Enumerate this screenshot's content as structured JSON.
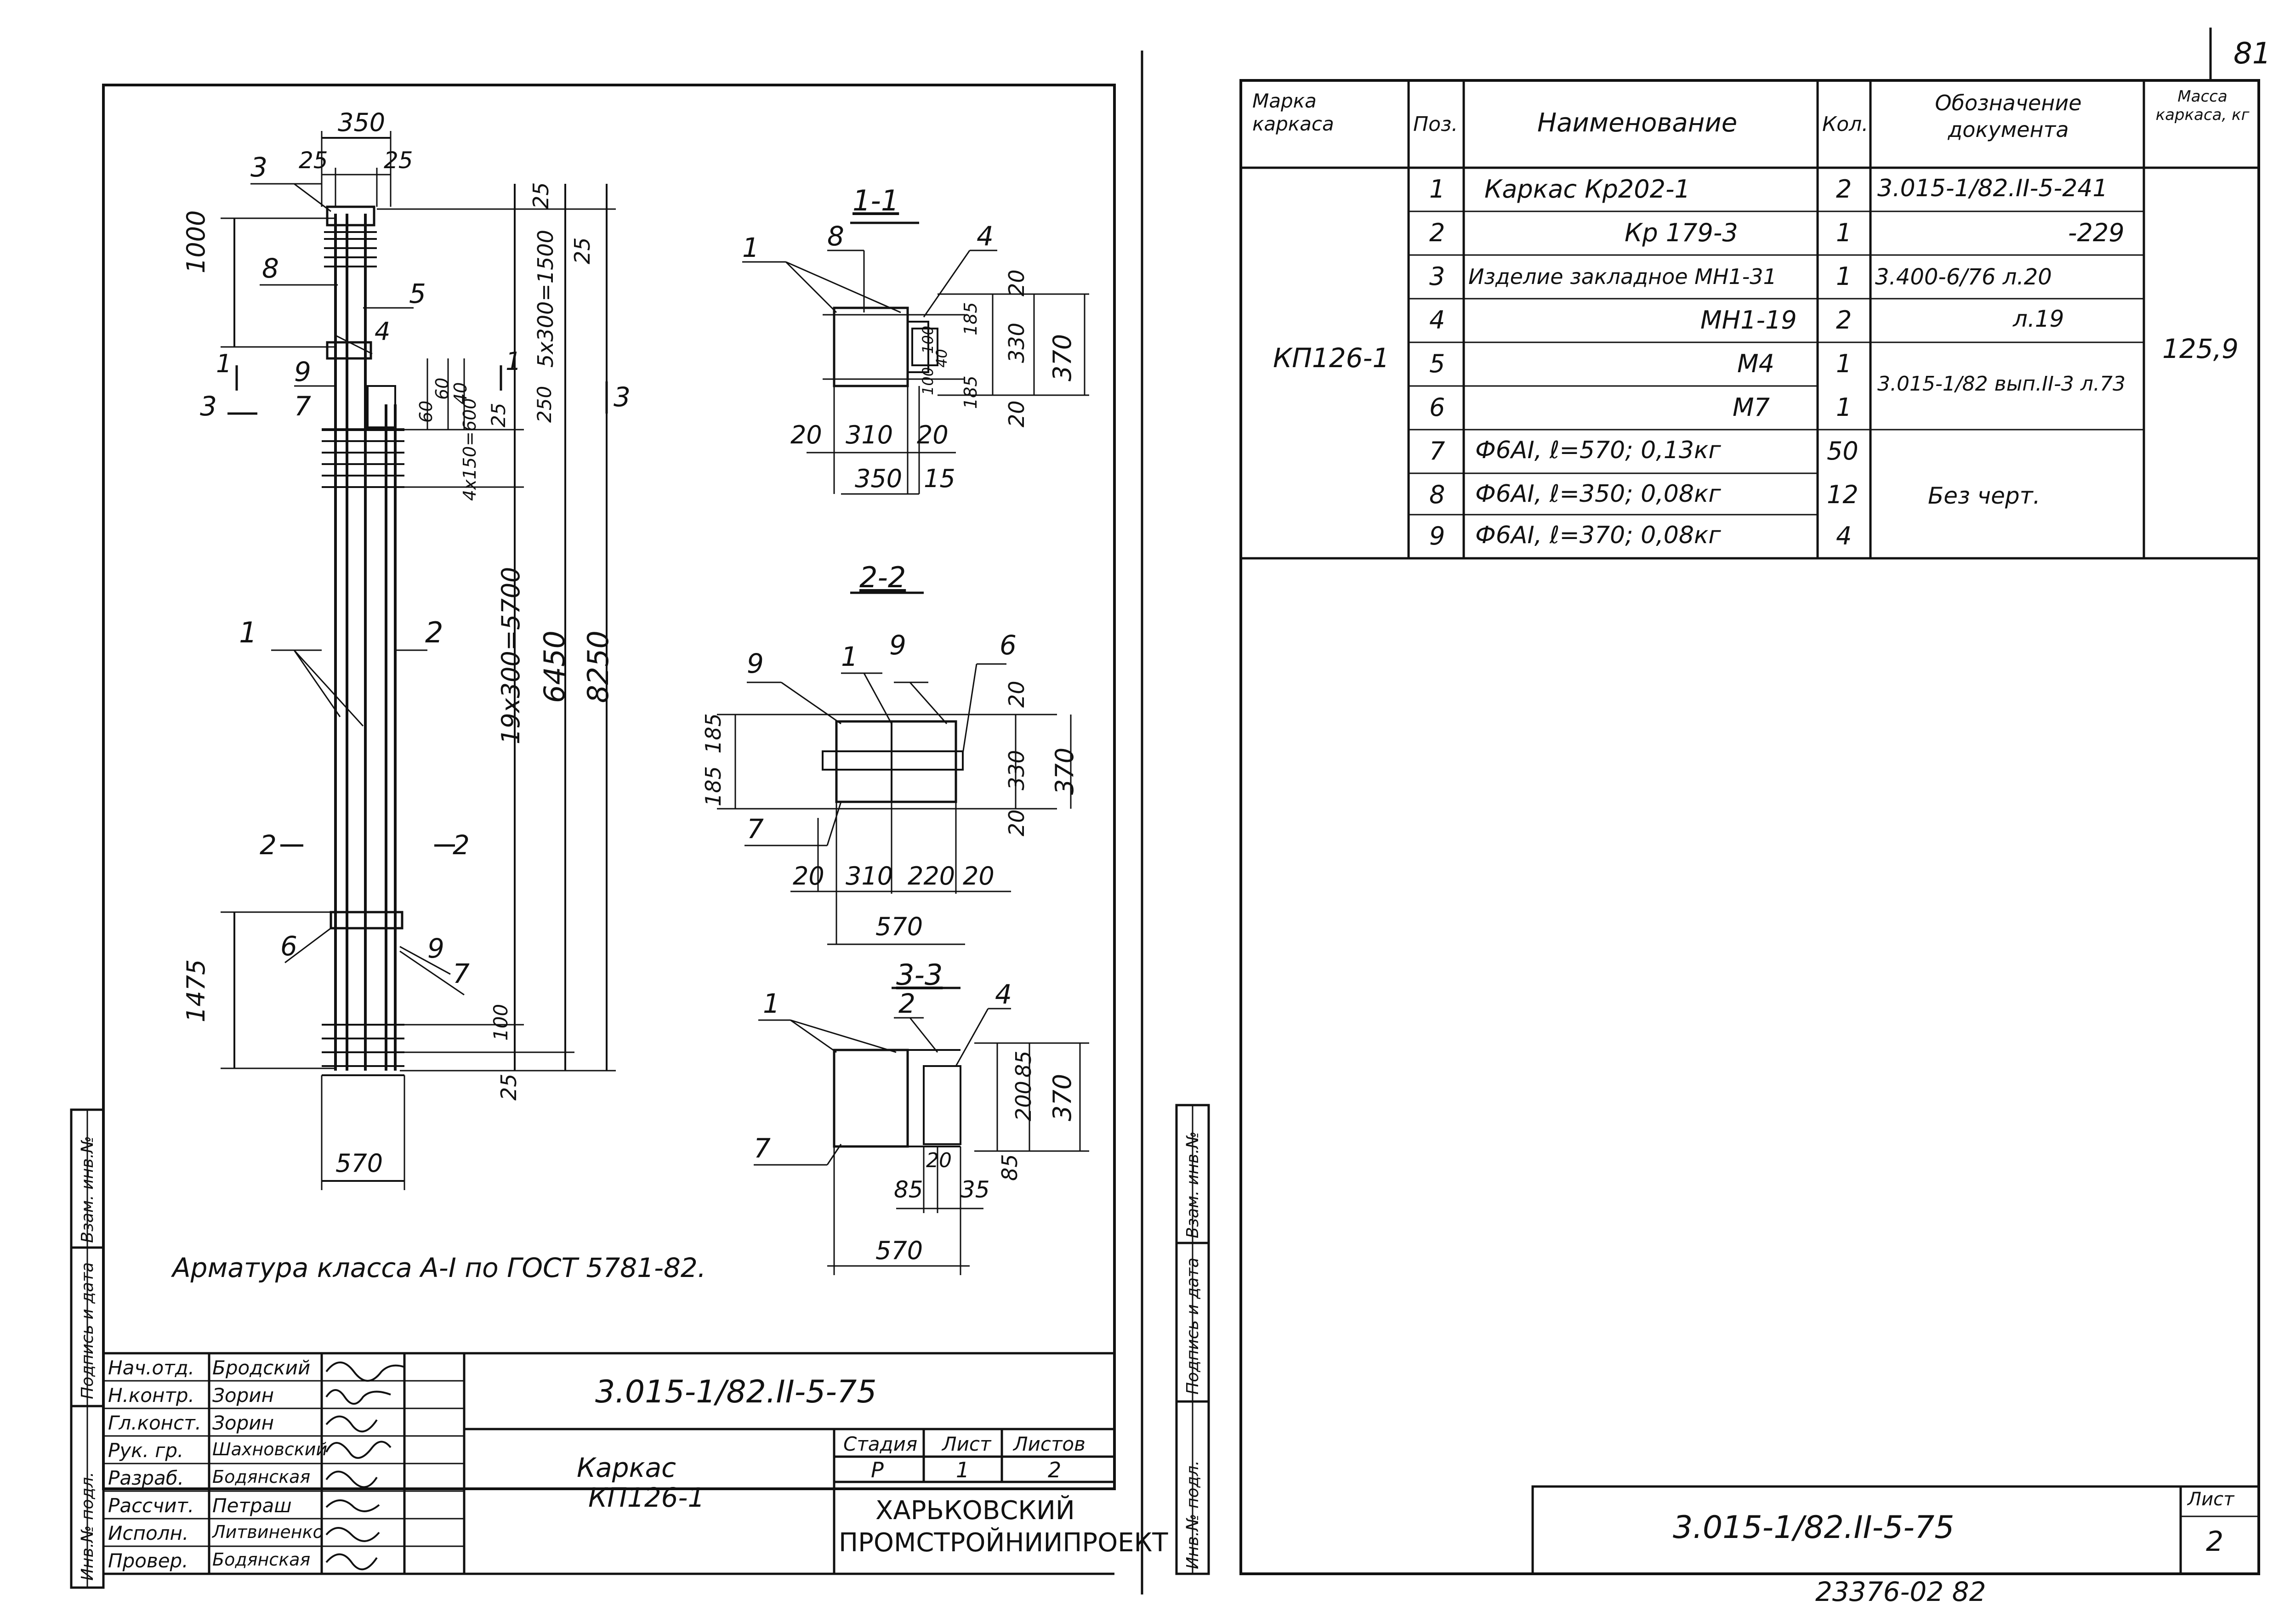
{
  "page_number": "81",
  "bottom_code": "23376-02  82",
  "drawing": {
    "title_dims": {
      "top_width": "350",
      "top_side_left": "25",
      "top_side_right": "25"
    },
    "labels": {
      "pos3": "3",
      "pos8": "8",
      "pos5": "5",
      "pos4": "4",
      "pos9": "9",
      "pos7": "7",
      "pos1": "1",
      "pos2": "2",
      "pos6": "6",
      "pos9b": "9",
      "pos7b": "7",
      "sec1_left": "1",
      "sec1_right": "1",
      "sec3_left": "3",
      "sec3_right": "3",
      "sec2_left": "2",
      "sec2_right": "2"
    },
    "dims": {
      "d1000": "1000",
      "d5x300": "5x300=1500",
      "d25a": "25",
      "d25b": "25",
      "d60": "60",
      "d60b": "60",
      "d40": "40",
      "d250": "250",
      "d25c": "25",
      "d4x150": "4x150=600",
      "d19x300": "19x300=5700",
      "d6450": "6450",
      "d8250": "8250",
      "d1475": "1475",
      "d100": "100",
      "d25d": "25",
      "d570": "570"
    },
    "note": "Арматура класса А-I по ГОСТ 5781-82."
  },
  "section_1_1": {
    "title": "1-1",
    "labels": {
      "a": "1",
      "b": "8",
      "c": "4"
    },
    "dims": {
      "d20a": "20",
      "d185": "185",
      "d330": "330",
      "d370": "370",
      "d20b": "20",
      "d185b": "185",
      "d100": "100",
      "d40": "40",
      "d100b": "100",
      "b20": "20",
      "b310": "310",
      "b20b": "20",
      "b350": "350",
      "b15": "15"
    }
  },
  "section_2_2": {
    "title": "2-2",
    "labels": {
      "a": "9",
      "b": "1",
      "c": "9",
      "d": "6",
      "e": "7"
    },
    "dims": {
      "l185": "185",
      "l185b": "185",
      "r20": "20",
      "r330": "330",
      "r370": "370",
      "r20b": "20",
      "b20": "20",
      "b310": "310",
      "b220": "220",
      "b20b": "20",
      "b570": "570"
    }
  },
  "section_3_3": {
    "title": "3-3",
    "labels": {
      "a": "1",
      "b": "2",
      "c": "4",
      "d": "7"
    },
    "dims": {
      "r85": "85",
      "r200": "200",
      "r85b": "85",
      "r370": "370",
      "b20": "20",
      "b85": "85",
      "b35": "35",
      "b570": "570"
    }
  },
  "title_block": {
    "code": "3.015-1/82.II-5-75",
    "name_line1": "Каркас",
    "name_line2": "КП126-1",
    "stage_header": "Стадия",
    "sheet_header": "Лист",
    "sheets_header": "Листов",
    "stage": "Р",
    "sheet": "1",
    "sheets": "2",
    "org_line1": "ХАРЬКОВСКИЙ",
    "org_line2": "ПРОМСТРОЙНИИПРОЕКТ",
    "signers": [
      {
        "role": "Нач.отд.",
        "name": "Бродский"
      },
      {
        "role": "Н.контр.",
        "name": "Зорин"
      },
      {
        "role": "Гл.конст.",
        "name": "Зорин"
      },
      {
        "role": "Рук. гр.",
        "name": "Шахновский"
      },
      {
        "role": "Разраб.",
        "name": "Бодянская"
      },
      {
        "role": "Рассчит.",
        "name": "Петраш"
      },
      {
        "role": "Исполн.",
        "name": "Литвиненко"
      },
      {
        "role": "Провер.",
        "name": "Бодянская"
      }
    ]
  },
  "side_stamps": [
    "Инв.№ подл.",
    "Подпись и дата",
    "Взам. инв.№"
  ],
  "spec_table": {
    "headers": [
      "Марка каркаса",
      "Поз.",
      "Наименование",
      "Кол.",
      "Обозначение документа",
      "Масса каркаса, кг"
    ],
    "mark": "КП126-1",
    "mass": "125,9",
    "rows": [
      {
        "pos": "1",
        "name": "Каркас Кр202-1",
        "qty": "2",
        "doc": "3.015-1/82.II-5-241"
      },
      {
        "pos": "2",
        "name": "Кр 179-3",
        "qty": "1",
        "doc": "-229"
      },
      {
        "pos": "3",
        "name": "Изделие закладное МН1-31",
        "qty": "1",
        "doc": "3.400-6/76 л.20"
      },
      {
        "pos": "4",
        "name": "МН1-19",
        "qty": "2",
        "doc": "л.19"
      },
      {
        "pos": "5",
        "name": "М4",
        "qty": "1",
        "doc": ""
      },
      {
        "pos": "6",
        "name": "М7",
        "qty": "1",
        "doc": ""
      },
      {
        "pos": "7",
        "name": "Ф6АI,  ℓ=570;  0,13кг",
        "qty": "50",
        "doc": ""
      },
      {
        "pos": "8",
        "name": "Ф6АI,  ℓ=350;  0,08кг",
        "qty": "12",
        "doc": ""
      },
      {
        "pos": "9",
        "name": "Ф6АI,  ℓ=370;  0,08кг",
        "qty": "4",
        "doc": ""
      }
    ],
    "doc_merged_56": "3.015-1/82 вып.II-3 л.73",
    "doc_merged_789": "Без черт."
  },
  "right_block": {
    "code": "3.015-1/82.II-5-75",
    "sheet_label": "Лист",
    "sheet": "2"
  }
}
